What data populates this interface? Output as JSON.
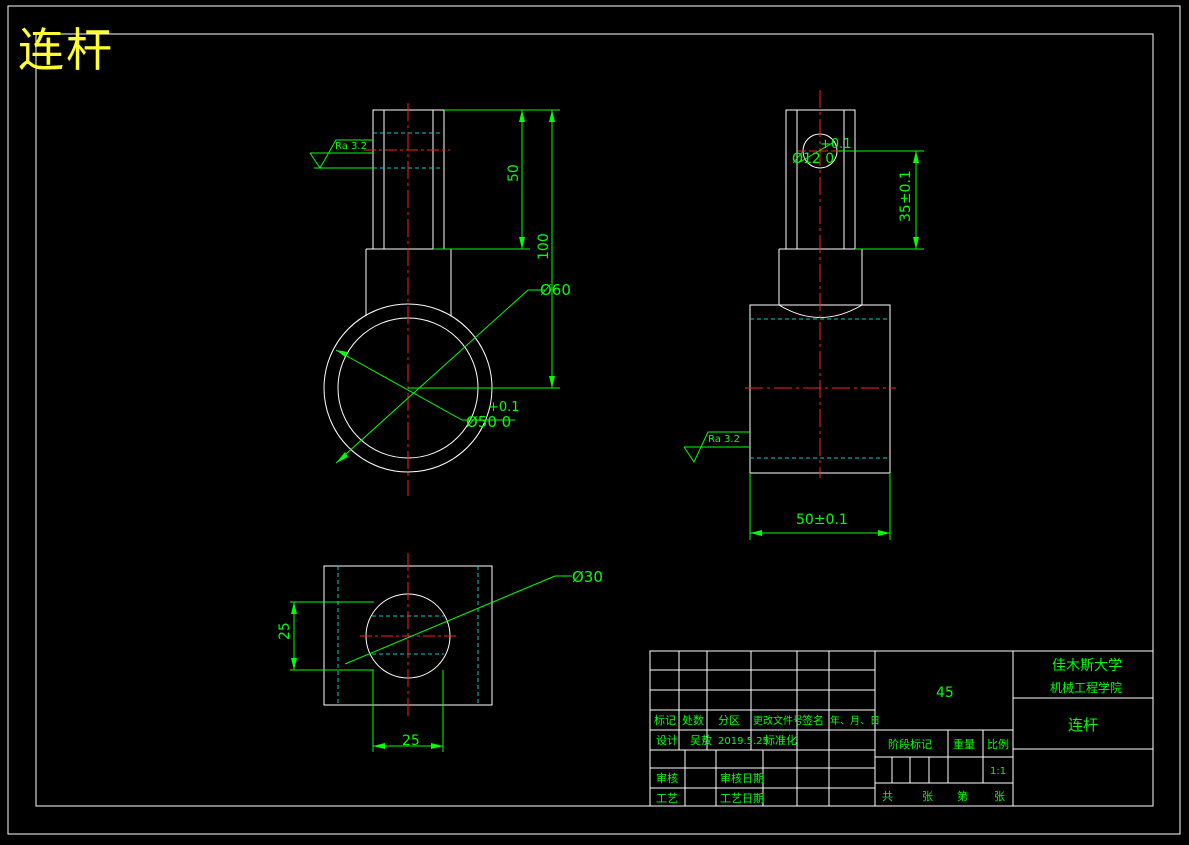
{
  "drawing_title": "连杆",
  "colors": {
    "outline": "#ffffff",
    "dimension": "#00ff00",
    "centerline": "#ff2020",
    "hidden": "#00cccc",
    "title": "#ffff33",
    "background": "#000000"
  },
  "front_view": {
    "surface_finish": "Ra 3.2",
    "dim_50": "50",
    "dim_100": "100",
    "dia_60": "Ø60",
    "dia_50_base": "Ø50 0",
    "dia_50_tol": "+0.1"
  },
  "side_view": {
    "dia_12_base": "Ø12 0",
    "dia_12_tol": "+0.1",
    "dim_35": "35±0.1",
    "surface_finish": "Ra 3.2",
    "dim_50": "50±0.1"
  },
  "top_view": {
    "dia_30": "Ø30",
    "dim_25_vertical": "25",
    "dim_25_horizontal": "25"
  },
  "title_block": {
    "material": "45",
    "university": "佳木斯大学",
    "college": "机械工程学院",
    "part_name": "连杆",
    "headers": [
      "标记",
      "处数",
      "分区",
      "更改文件号",
      "签名",
      "年、月、日"
    ],
    "design_label": "设计",
    "designer": "吴敖",
    "date": "2019.5.25",
    "standardize_label": "标准化",
    "review_label": "审核",
    "review_date_label": "审核日期",
    "process_label": "工艺",
    "process_date_label": "工艺日期",
    "stage_mark_label": "阶段标记",
    "weight_label": "重量",
    "scale_label": "比例",
    "scale_value": "1:1",
    "total_label": "共",
    "sheets_label": "张",
    "sheet_no_label": "第",
    "sheet_label2": "张"
  }
}
